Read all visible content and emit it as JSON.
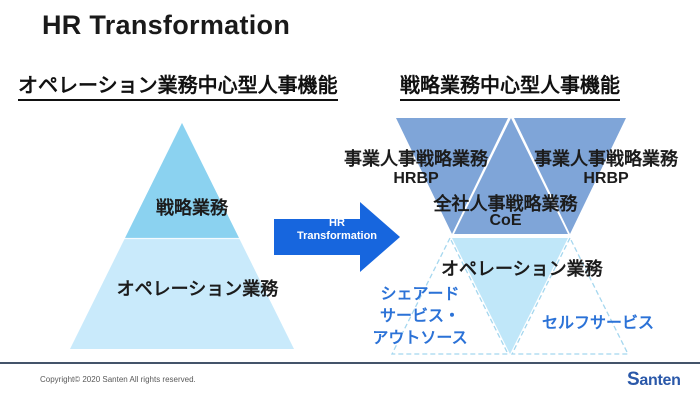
{
  "title": "HR Transformation",
  "left_diagram": {
    "heading": "オペレーション業務中心型人事機能",
    "top_label": "戦略業務",
    "bottom_label": "オペレーション業務"
  },
  "arrow": {
    "line1": "HR",
    "line2": "Transformation"
  },
  "right_diagram": {
    "heading": "戦略業務中心型人事機能",
    "left_triangle": {
      "title": "事業人事戦略業務",
      "subtitle": "HRBP"
    },
    "right_triangle": {
      "title": "事業人事戦略業務",
      "subtitle": "HRBP"
    },
    "center_triangle": {
      "title": "全社人事戦略業務",
      "subtitle": "CoE"
    },
    "operation_label": "オペレーション業務",
    "shared_service": {
      "line1": "シェアード",
      "line2": "サービス・",
      "line3": "アウトソース"
    },
    "self_service": "セルフサービス"
  },
  "footer": {
    "copyright": "Copyright© 2020 Santen All rights reserved.",
    "logo_first_letter": "S",
    "logo_rest": "anten"
  },
  "colors": {
    "strategy_sky_blue": "#8BD2F0",
    "operation_pale_blue": "#C9EAFB",
    "hrbp_blue": "#7FA5D8",
    "light_operation_blue": "#C0E7F9",
    "dashed_border_blue": "#A5D7EF",
    "arrow_blue": "#1766DE",
    "blue_text": "#2B72D7",
    "footer_line": "#44546A",
    "logo_blue": "#2A58A9",
    "background": "#FFFFFF"
  }
}
